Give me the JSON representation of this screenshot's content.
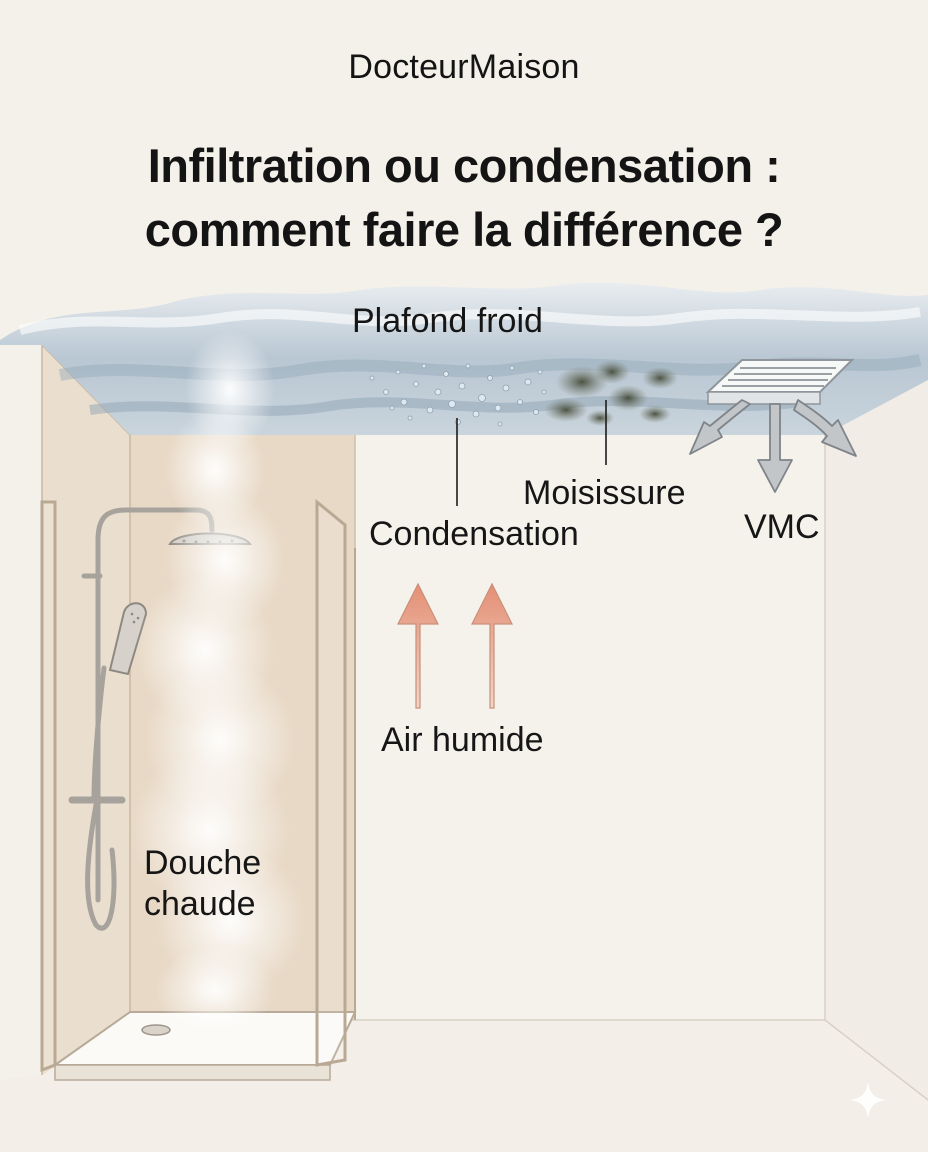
{
  "brand": "DocteurMaison",
  "title": {
    "line1": "Infiltration ou condensation :",
    "line2": "comment faire la différence ?"
  },
  "labels": {
    "ceiling": "Plafond froid",
    "mold": "Moisissure",
    "condensation": "Condensation",
    "vmc": "VMC",
    "humid_air": "Air humide",
    "shower_line1": "Douche",
    "shower_line2": "chaude"
  },
  "colors": {
    "background": "#f4f1ea",
    "shower_wall": "#e8d9c6",
    "cloud": "#a7b8c7",
    "arrow_warm": "#e79c83",
    "arrow_grey": "#9aa0a4",
    "mold": "#4d5240"
  }
}
